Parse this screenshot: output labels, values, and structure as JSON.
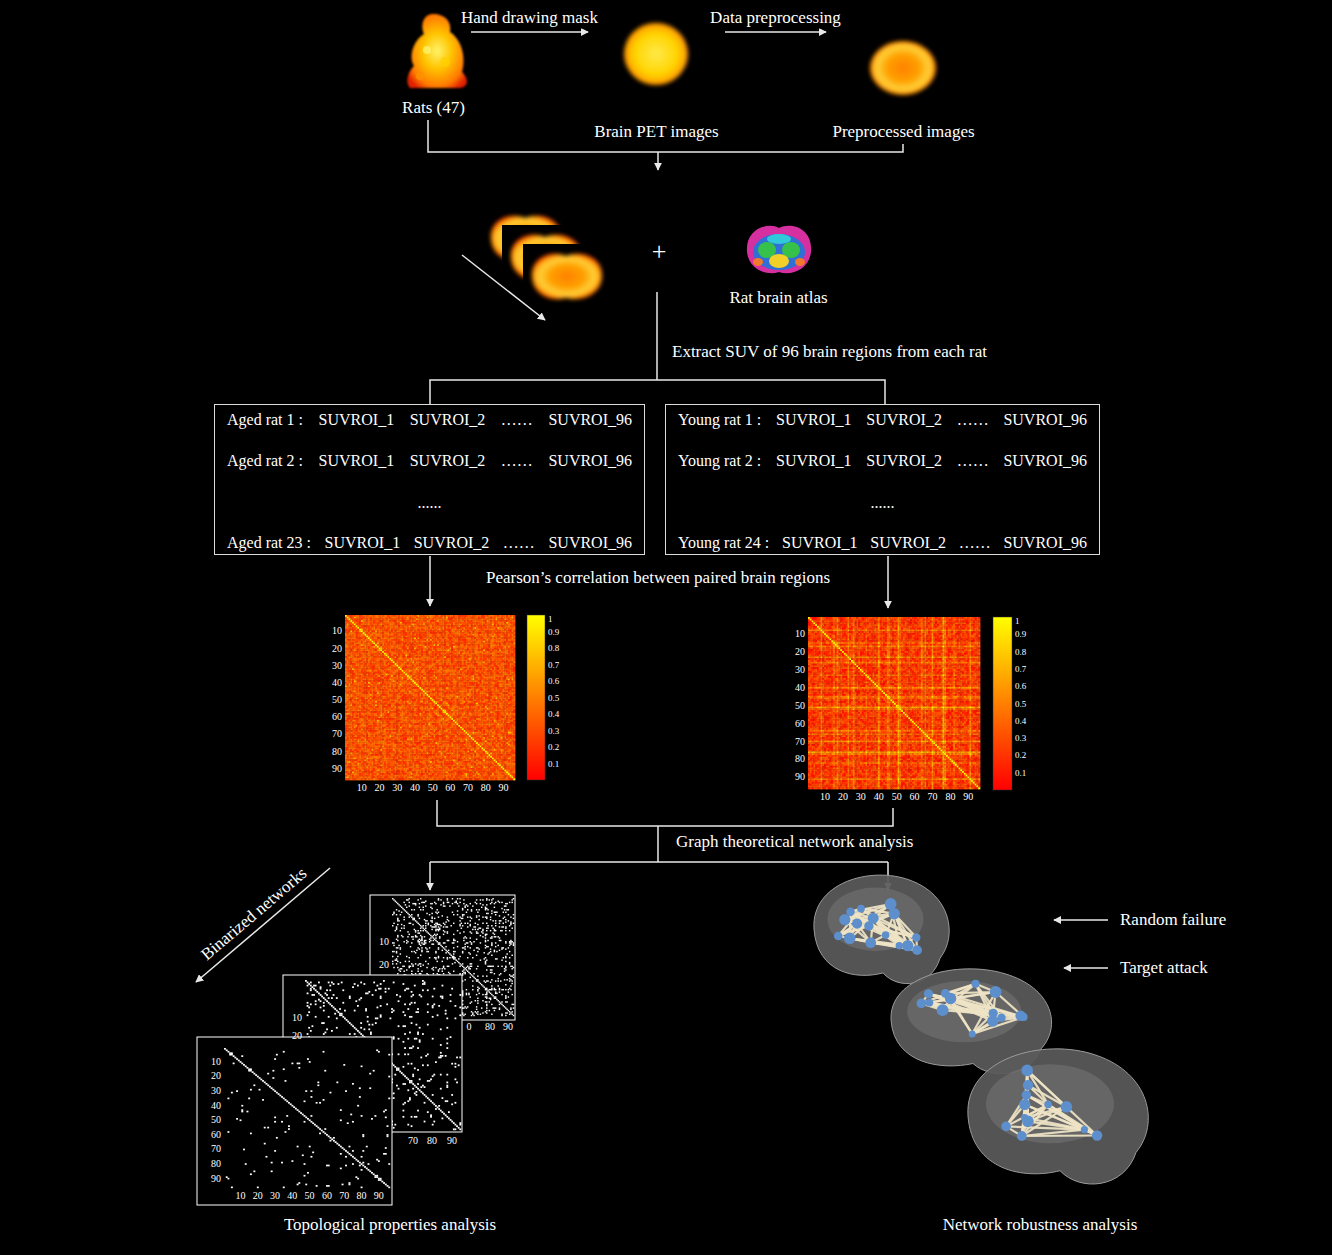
{
  "diagram": {
    "nodes": [
      {
        "text": [
          "Rats (47)"
        ]
      },
      {
        "text": [
          "Brain PET images"
        ]
      },
      {
        "text": [
          "Preprocessed images"
        ]
      },
      {
        "text": [
          "Rat brain atlas"
        ]
      },
      {
        "text": [
          "Aged rat 1 :",
          "SUVROI_1",
          "SUVROI_2",
          "……",
          "SUVROI_96",
          "Aged rat 2 :",
          "SUVROI_1",
          "SUVROI_2",
          "……",
          "SUVROI_96",
          "......",
          "Aged rat 23 :",
          "SUVROI_1",
          "SUVROI_2",
          "……",
          "SUVROI_96"
        ]
      },
      {
        "text": [
          "Young rat 1 :",
          "SUVROI_1",
          "SUVROI_2",
          "……",
          "SUVROI_96",
          "Young rat 2 :",
          "SUVROI_1",
          "SUVROI_2",
          "……",
          "SUVROI_96",
          "......",
          "Young rat 24 :",
          "SUVROI_1",
          "SUVROI_2",
          "……",
          "SUVROI_96"
        ]
      }
    ],
    "edges": [
      {
        "from": 0,
        "to": 1,
        "label": "Hand drawing mask",
        "arrow": "to"
      },
      {
        "from": 1,
        "to": 2,
        "label": "Data preprocessing",
        "arrow": "to"
      }
    ],
    "labels": [
      "+",
      "Extract SUV of 96 brain regions from each rat",
      "Pearson’s correlation between paired brain regions",
      "Graph theoretical network analysis",
      "10",
      "20",
      "30",
      "40",
      "50",
      "60",
      "70",
      "80",
      "90",
      "10",
      "20",
      "30",
      "40",
      "50",
      "60",
      "70",
      "80",
      "90",
      "1",
      "0.9",
      "0.8",
      "0.7",
      "0.6",
      "0.5",
      "0.4",
      "0.3",
      "0.2",
      "0.1",
      "10",
      "20",
      "30",
      "40",
      "50",
      "60",
      "70",
      "80",
      "90",
      "10",
      "20",
      "30",
      "40",
      "50",
      "60",
      "70",
      "80",
      "90",
      "1",
      "0.9",
      "0.8",
      "0.7",
      "0.6",
      "0.5",
      "0.4",
      "0.3",
      "0.2",
      "0.1",
      "Binarized networks",
      "10",
      "20",
      "0",
      "80",
      "90",
      "10",
      "20",
      "70",
      "80",
      "90",
      "10",
      "20",
      "30",
      "40",
      "50",
      "60",
      "70",
      "80",
      "90",
      "10",
      "20",
      "30",
      "40",
      "50",
      "60",
      "70",
      "80",
      "90",
      "Topological properties analysis",
      "Random failure",
      "Target attack",
      "Network robustness analysis"
    ]
  }
}
